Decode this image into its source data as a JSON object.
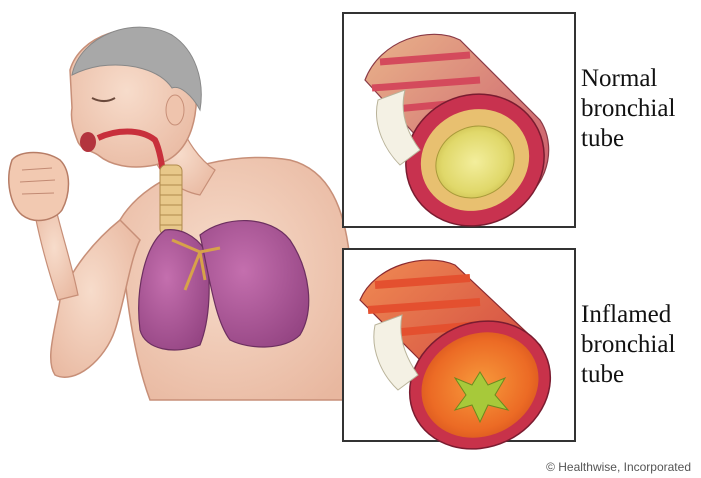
{
  "captions": {
    "normal": [
      "Normal",
      "bronchial",
      "tube"
    ],
    "inflamed": [
      "Inflamed",
      "bronchial",
      "tube"
    ]
  },
  "credit": "© Healthwise, Incorporated"
}
